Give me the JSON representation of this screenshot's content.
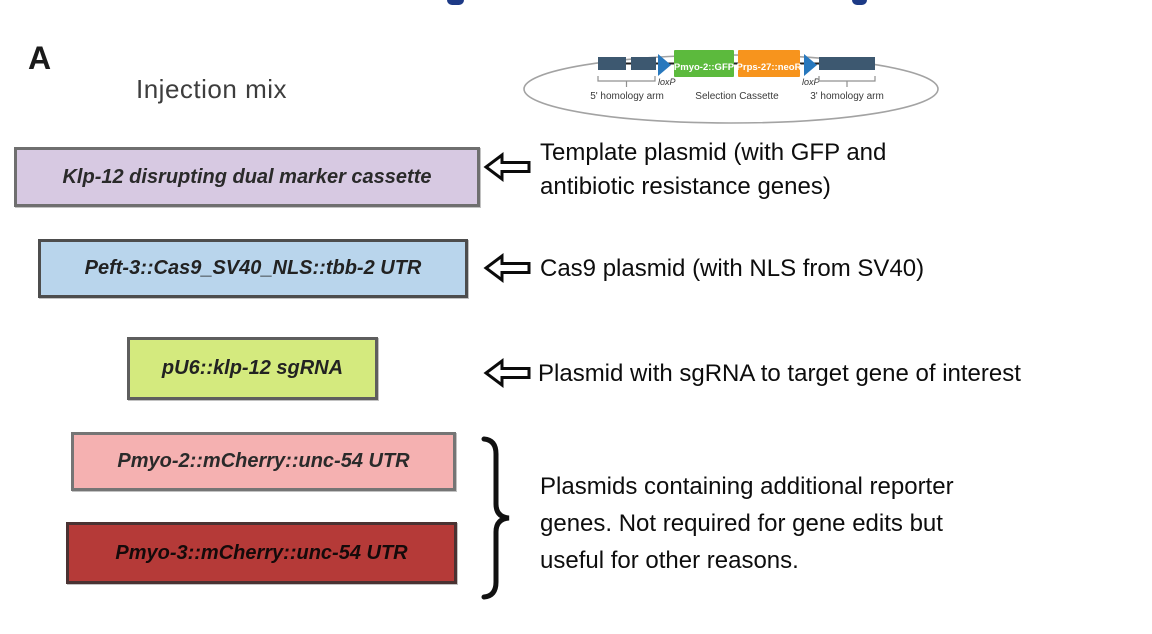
{
  "panel_label": "A",
  "heading": "Injection mix",
  "top_crop_marks_color": "#1d3a86",
  "plasmid_map": {
    "backbone_color": "#a3a3a3",
    "arm_color": "#3d5870",
    "loxp_color": "#2878bd",
    "gfp_box": {
      "label": "Pmyo-2::GFP",
      "color": "#5cba3d"
    },
    "neor_box": {
      "label": "Prps-27::neoR",
      "color": "#f7941d"
    },
    "loxp_left_label": "loxP",
    "loxp_right_label": "loxP",
    "five_prime_label": "5' homology arm",
    "selection_label": "Selection Cassette",
    "three_prime_label": "3' homology arm"
  },
  "injection_mix_boxes": [
    {
      "label": "Klp-12 disrupting dual marker cassette",
      "fill": "#d7c9e2",
      "border": "#6f6f6f",
      "text": "#2a2a2a"
    },
    {
      "label": "Peft-3::Cas9_SV40_NLS::tbb-2 UTR",
      "fill": "#b9d5ec",
      "border": "#4d4d4d",
      "text": "#222222"
    },
    {
      "label": "pU6::klp-12 sgRNA",
      "fill": "#d4ea7e",
      "border": "#5e5e5e",
      "text": "#222222"
    },
    {
      "label": "Pmyo-2::mCherry::unc-54 UTR",
      "fill": "#f5b1b1",
      "border": "#757575",
      "text": "#2a2a2a"
    },
    {
      "label": "Pmyo-3::mCherry::unc-54 UTR",
      "fill": "#b53a38",
      "border": "#4a3232",
      "text": "#140a0a"
    }
  ],
  "annotations": {
    "template": {
      "lines": [
        "Template plasmid (with GFP and",
        "antibiotic resistance genes)"
      ]
    },
    "cas9": {
      "lines": [
        "Cas9 plasmid (with NLS from SV40)"
      ]
    },
    "sgrna": {
      "lines": [
        "Plasmid with sgRNA to target gene of interest"
      ]
    },
    "reporters": {
      "lines": [
        "Plasmids containing additional reporter",
        "genes. Not required for gene edits but",
        "useful for other reasons."
      ]
    }
  }
}
